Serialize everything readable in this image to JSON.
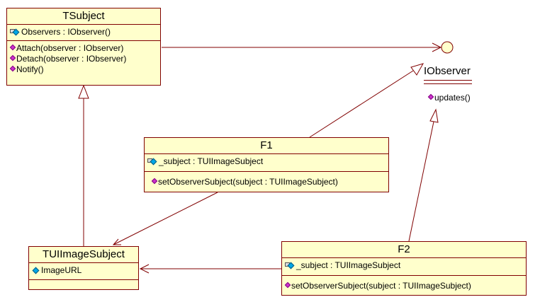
{
  "classes": {
    "tsubject": {
      "name": "TSubject",
      "attributes": [
        "Observers : IObserver()"
      ],
      "operations": [
        "Attach(observer : IObserver)",
        "Detach(observer : IObserver)",
        "Notify()"
      ]
    },
    "f1": {
      "name": "F1",
      "attributes": [
        "_subject : TUIImageSubject"
      ],
      "operations": [
        "setObserverSubject(subject : TUIImageSubject)"
      ]
    },
    "f2": {
      "name": "F2",
      "attributes": [
        "_subject : TUIImageSubject"
      ],
      "operations": [
        "setObserverSubject(subject : TUIImageSubject)"
      ]
    },
    "tuiimagesubject": {
      "name": "TUIImageSubject",
      "attributes": [
        "ImageURL"
      ],
      "operations": []
    }
  },
  "interface": {
    "name": "IObserver",
    "operations": [
      "updates()"
    ]
  },
  "colors": {
    "class_fill": "#ffffcc",
    "border": "#800000",
    "connector": "#800000",
    "interface_fill": "#ffffcc"
  }
}
